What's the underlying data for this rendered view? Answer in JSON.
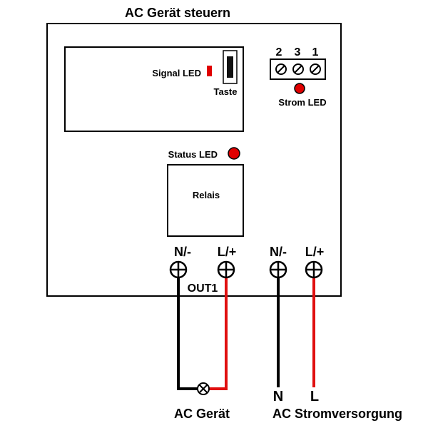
{
  "title": "AC Gerät steuern",
  "module": {
    "signal_led_label": "Signal LED",
    "button_label": "Taste",
    "connector_numbers": [
      "2",
      "3",
      "1"
    ],
    "power_led_label": "Strom LED",
    "status_led_label": "Status LED",
    "relay_label": "Relais",
    "output_terminals": [
      "N/-",
      "L/+"
    ],
    "output_label": "OUT1",
    "supply_terminals": [
      "N/-",
      "L/+"
    ]
  },
  "wiring": {
    "supply_wire_n": "N",
    "supply_wire_l": "L",
    "device_label": "AC Gerät",
    "supply_label": "AC Stromversorgung"
  },
  "colors": {
    "neutral_wire": "#000000",
    "live_wire": "#e01010",
    "led_red": "#e00000",
    "outline": "#000000"
  }
}
